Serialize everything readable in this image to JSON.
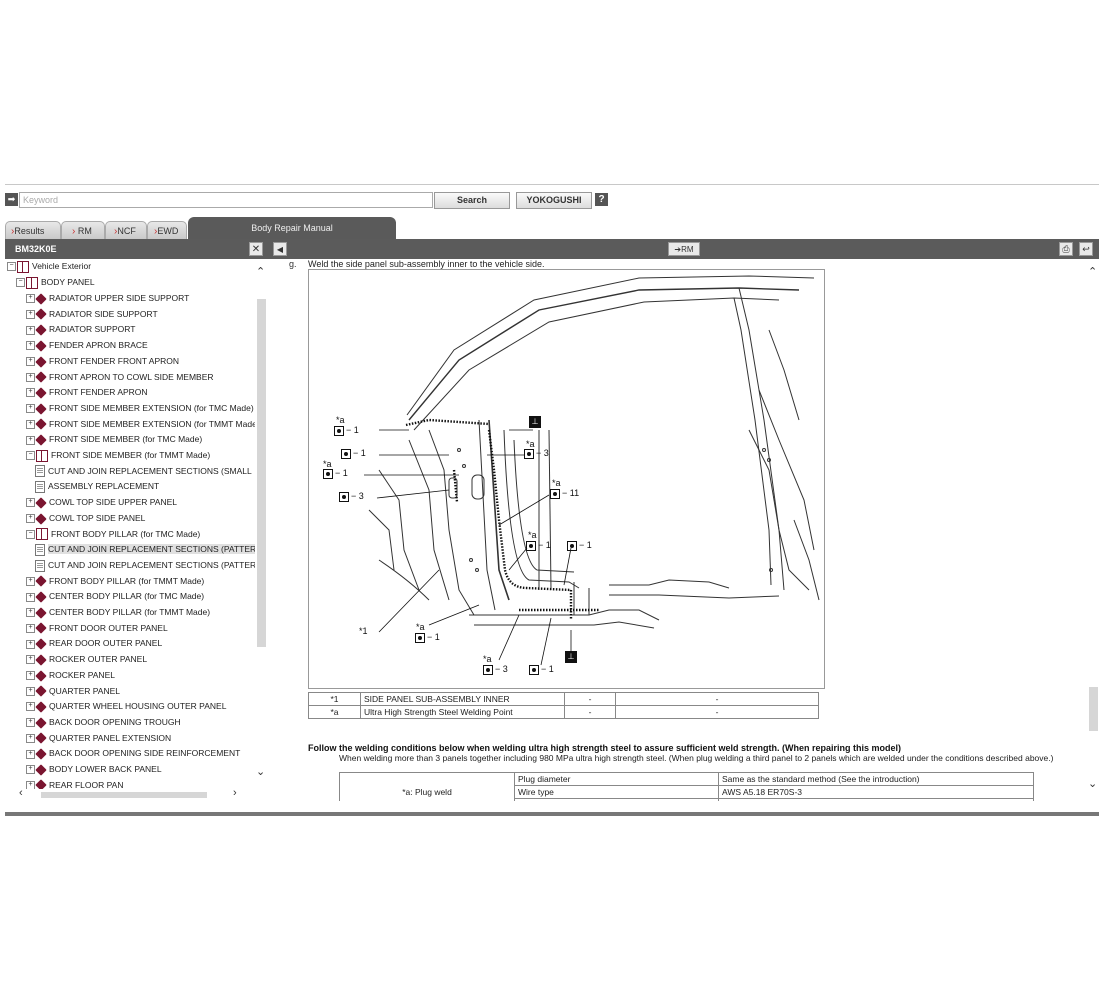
{
  "search": {
    "placeholder": "Keyword",
    "search_label": "Search",
    "yokogushi_label": "YOKOGUSHI",
    "help_label": "?"
  },
  "tabs": [
    {
      "label": "Results"
    },
    {
      "label": "RM"
    },
    {
      "label": "NCF"
    },
    {
      "label": "EWD"
    }
  ],
  "main_tab": {
    "label": "Body Repair Manual"
  },
  "toolbar": {
    "doc_id": "BM32K0E",
    "close_label": "✕",
    "prev_label": "◀",
    "rm_label": "➔RM",
    "print_label": "⎙",
    "back_label": "↩"
  },
  "tree": {
    "root": "Vehicle Exterior",
    "section": "BODY PANEL",
    "items": [
      {
        "label": "RADIATOR UPPER SIDE SUPPORT"
      },
      {
        "label": "RADIATOR SIDE SUPPORT"
      },
      {
        "label": "RADIATOR SUPPORT"
      },
      {
        "label": "FENDER APRON BRACE"
      },
      {
        "label": "FRONT FENDER FRONT APRON"
      },
      {
        "label": "FRONT APRON TO COWL SIDE MEMBER"
      },
      {
        "label": "FRONT FENDER APRON"
      },
      {
        "label": "FRONT SIDE MEMBER EXTENSION (for TMC Made)"
      },
      {
        "label": "FRONT SIDE MEMBER EXTENSION (for TMMT Made)"
      },
      {
        "label": "FRONT SIDE MEMBER (for TMC Made)"
      },
      {
        "label": "FRONT SIDE MEMBER (for TMMT Made)"
      },
      {
        "label": "CUT AND JOIN REPLACEMENT SECTIONS (SMALL"
      },
      {
        "label": "ASSEMBLY REPLACEMENT"
      },
      {
        "label": "COWL TOP SIDE UPPER PANEL"
      },
      {
        "label": "COWL TOP SIDE PANEL"
      },
      {
        "label": "FRONT BODY PILLAR (for TMC Made)"
      },
      {
        "label": "CUT AND JOIN REPLACEMENT SECTIONS (PATTERN"
      },
      {
        "label": "CUT AND JOIN REPLACEMENT SECTIONS (PATTERN"
      },
      {
        "label": "FRONT BODY PILLAR (for TMMT Made)"
      },
      {
        "label": "CENTER BODY PILLAR (for TMC Made)"
      },
      {
        "label": "CENTER BODY PILLAR (for TMMT Made)"
      },
      {
        "label": "FRONT DOOR OUTER PANEL"
      },
      {
        "label": "REAR DOOR OUTER PANEL"
      },
      {
        "label": "ROCKER OUTER PANEL"
      },
      {
        "label": "ROCKER PANEL"
      },
      {
        "label": "QUARTER PANEL"
      },
      {
        "label": "QUARTER WHEEL HOUSING OUTER PANEL"
      },
      {
        "label": "BACK DOOR OPENING TROUGH"
      },
      {
        "label": "QUARTER PANEL EXTENSION"
      },
      {
        "label": "BACK DOOR OPENING SIDE REINFORCEMENT"
      },
      {
        "label": "BODY LOWER BACK PANEL"
      },
      {
        "label": "REAR FLOOR PAN"
      }
    ]
  },
  "content": {
    "step_letter": "g.",
    "step_text": "Weld the side panel sub-assembly inner to the vehicle side.",
    "callouts": {
      "a": "*a",
      "one": "1",
      "three": "3",
      "eleven": "11",
      "star1": "*1",
      "dash": "−"
    },
    "legend": [
      {
        "code": "*1",
        "desc": "SIDE PANEL SUB-ASSEMBLY INNER",
        "c3": "-",
        "c4": "-"
      },
      {
        "code": "*a",
        "desc": "Ultra High Strength Steel Welding Point",
        "c3": "-",
        "c4": "-"
      }
    ],
    "notice": "Follow the welding conditions below when welding ultra high strength steel to assure sufficient weld strength. (When repairing this model)",
    "sub_text": "When welding more than 3 panels together including 980 MPa ultra high strength steel. (When plug welding a third panel to 2 panels which are welded under the conditions described above.)",
    "weld_table": {
      "row_label": "*a: Plug weld",
      "rows": [
        {
          "param": "Plug diameter",
          "value": "Same as the standard method (See the introduction)"
        },
        {
          "param": "Wire type",
          "value": "AWS A5.18 ER70S-3"
        }
      ]
    }
  }
}
